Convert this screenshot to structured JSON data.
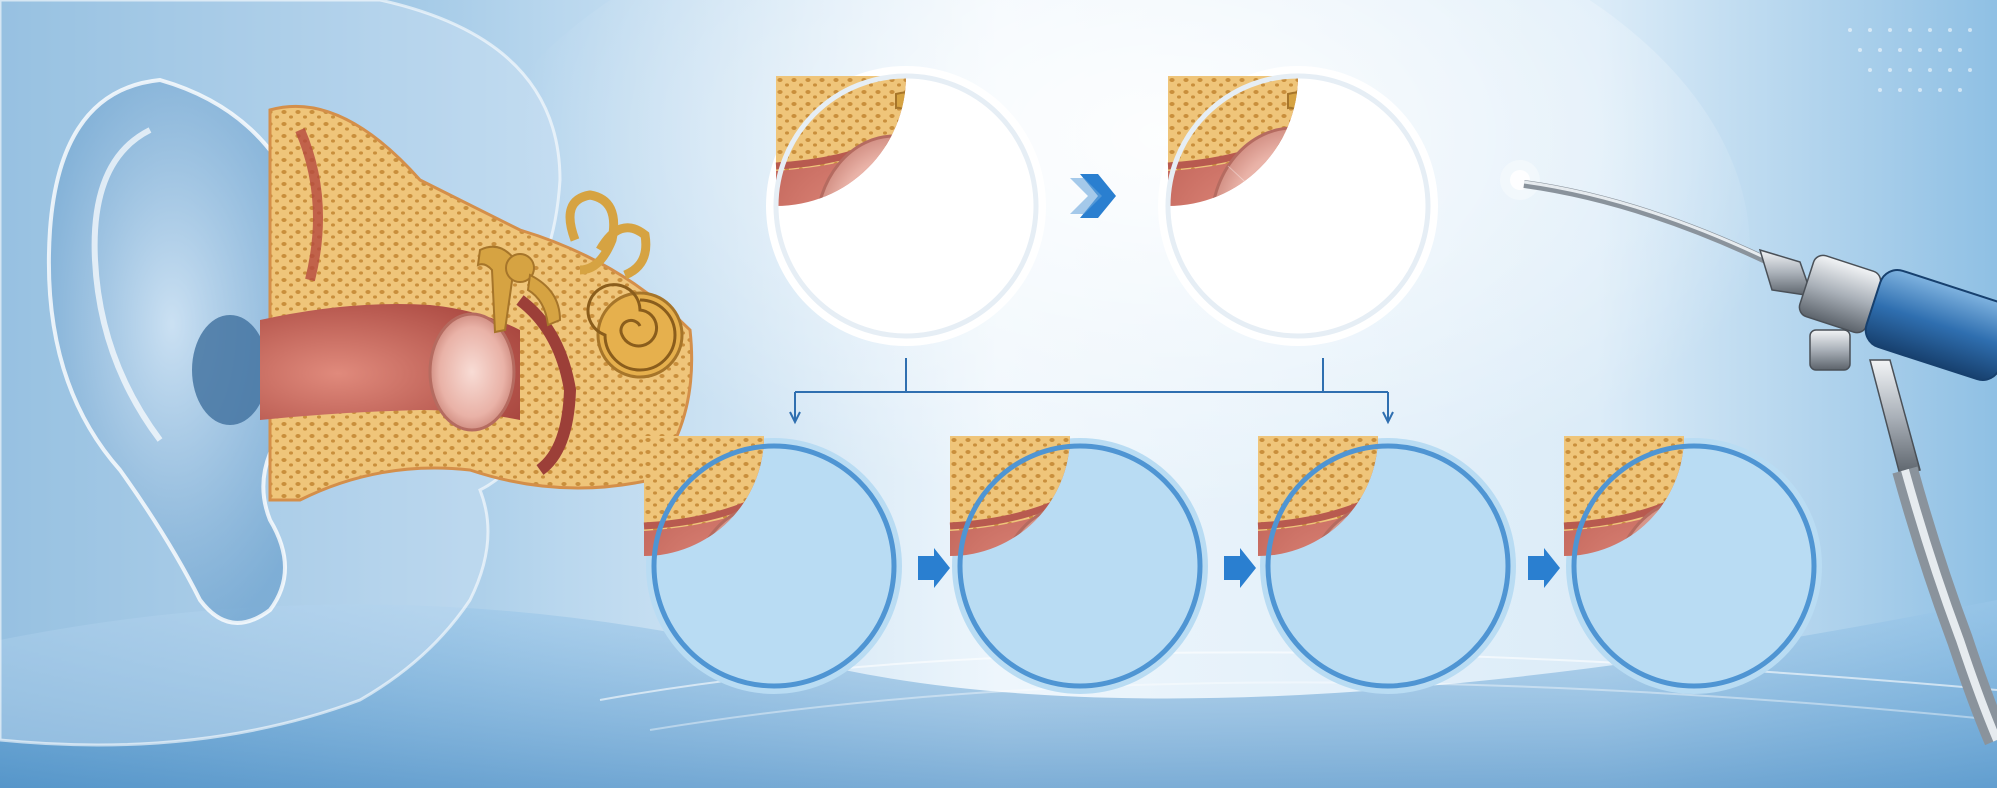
{
  "figure": {
    "panels": [
      {
        "id": "summary-before",
        "stage": "perforated"
      },
      {
        "id": "summary-after",
        "stage": "healed"
      },
      {
        "id": "step-1",
        "stage": "perforated-with-instrument"
      },
      {
        "id": "step-2",
        "stage": "graft-placement"
      },
      {
        "id": "step-3",
        "stage": "graft-integrating"
      },
      {
        "id": "step-4",
        "stage": "healed"
      }
    ],
    "colors": {
      "background_light": "#eaf4fb",
      "background_blue": "#5f9fcd",
      "arrow_blue": "#2a7fd0",
      "bone": "#e8b96a",
      "ossicle_gold": "#d4a442",
      "canal_pink": "#c9675c",
      "eardrum": "#eab6ab"
    },
    "icons": [
      "ear-icon",
      "endoscope-icon",
      "arrow-right-icon",
      "surgical-probe-icon"
    ]
  }
}
